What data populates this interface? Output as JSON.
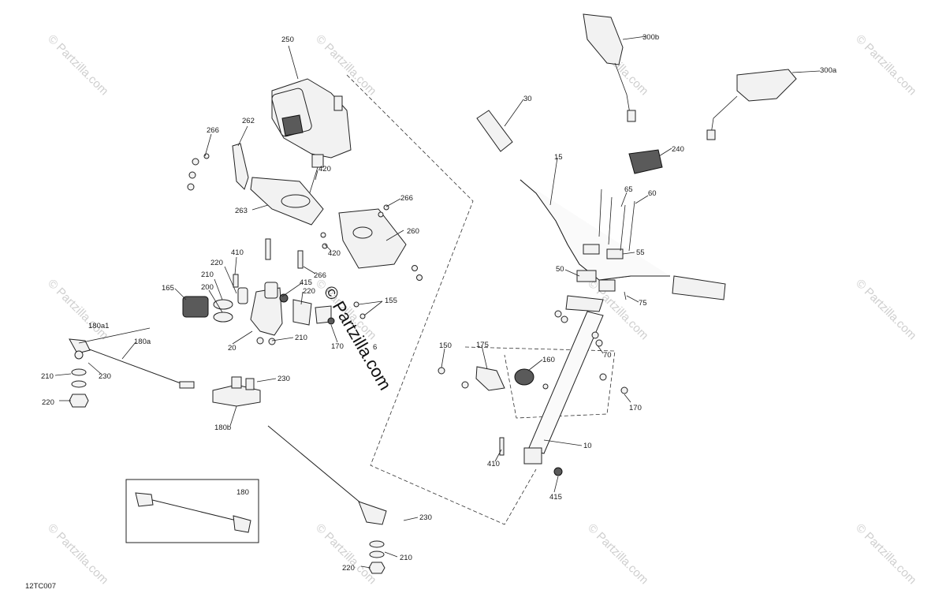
{
  "diagram": {
    "code": "12TC007",
    "watermark_main": "© Partzilla.com",
    "watermark_tile": "© Partzilla.com",
    "inset_label": "180",
    "part_labels": {
      "p250": "250",
      "p262": "262",
      "p266a": "266",
      "p263": "263",
      "p420a": "420",
      "p266b": "266",
      "p260": "260",
      "p420b": "420",
      "p266c": "266",
      "p410a": "410",
      "p220a": "220",
      "p210a": "210",
      "p200": "200",
      "p165": "165",
      "p415a": "415",
      "p220b": "220",
      "p155": "155",
      "p210b": "210",
      "p20": "20",
      "p170a": "170",
      "p6": "6",
      "p180a1": "180a1",
      "p180a": "180a",
      "p210c": "210",
      "p230a": "230",
      "p220c": "220",
      "p230b": "230",
      "p180b": "180b",
      "p230c": "230",
      "p210d": "210",
      "p220d": "220",
      "p300b": "300b",
      "p300a": "300a",
      "p30": "30",
      "p240": "240",
      "p15": "15",
      "p65": "65",
      "p60": "60",
      "p55": "55",
      "p50": "50",
      "p75": "75",
      "p70": "70",
      "p150": "150",
      "p175": "175",
      "p160": "160",
      "p170b": "170",
      "p10": "10",
      "p410b": "410",
      "p415b": "415"
    }
  }
}
